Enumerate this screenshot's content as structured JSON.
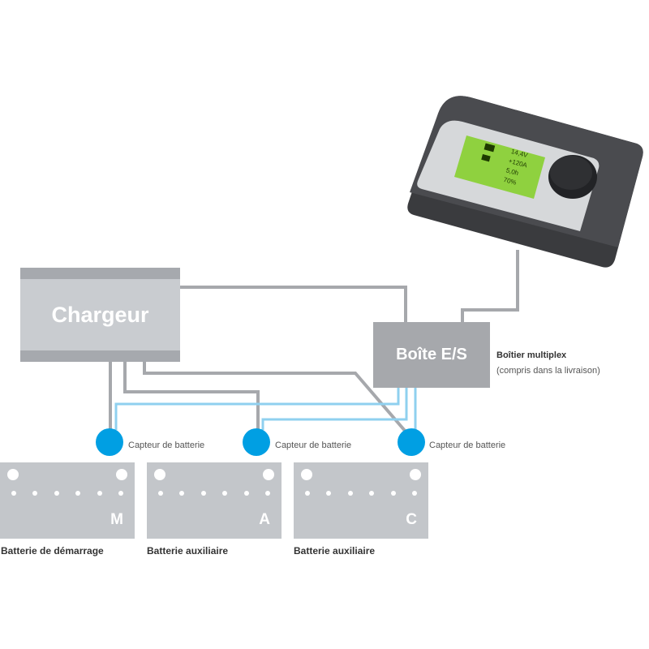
{
  "charger": {
    "label": "Chargeur"
  },
  "io_box": {
    "label": "Boîte E/S",
    "title": "Boîtier multiplex",
    "note": "(compris dans la livraison)"
  },
  "display": {
    "lines": [
      "14,4V",
      "+120A",
      "5,0h",
      "70%"
    ]
  },
  "sensors": [
    {
      "label": "Capteur de batterie"
    },
    {
      "label": "Capteur de batterie"
    },
    {
      "label": "Capteur de batterie"
    }
  ],
  "batteries": [
    {
      "letter": "M",
      "name": "Batterie de démarrage"
    },
    {
      "letter": "A",
      "name": "Batterie auxiliaire"
    },
    {
      "letter": "C",
      "name": "Batterie auxiliaire"
    }
  ],
  "colors": {
    "wire_gray": "#a6a8ac",
    "wire_blue": "#8fd0ef",
    "sensor": "#009fe3",
    "lcd": "#8fd13f"
  }
}
